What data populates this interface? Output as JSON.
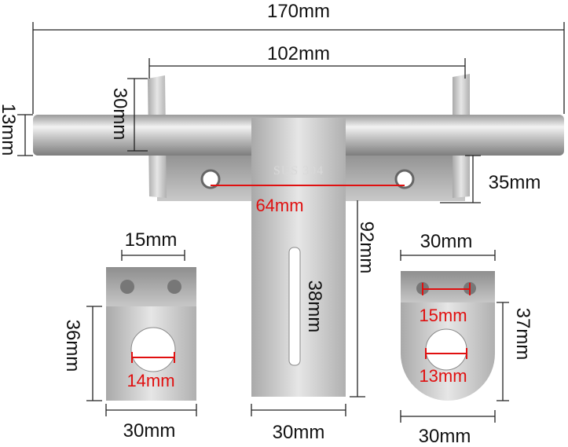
{
  "labels": {
    "total_length": "170mm",
    "bracket_spacing": "102mm",
    "bracket_height": "30mm",
    "rod_diameter": "13mm",
    "base_height": "35mm",
    "hole_spacing": "64mm",
    "material_stamp": "SUS 304",
    "hasp_length": "92mm",
    "slot_length": "38mm",
    "hasp_width": "30mm",
    "left_hole_spacing": "15mm",
    "left_height": "36mm",
    "left_hole_diameter": "14mm",
    "left_width": "30mm",
    "right_top_width": "30mm",
    "right_hole_spacing": "15mm",
    "right_height": "37mm",
    "right_hole_diameter": "13mm",
    "right_width": "30mm"
  },
  "colors": {
    "dimension_text": "#111111",
    "highlight": "#e01010",
    "steel": "#b8b8b8"
  }
}
